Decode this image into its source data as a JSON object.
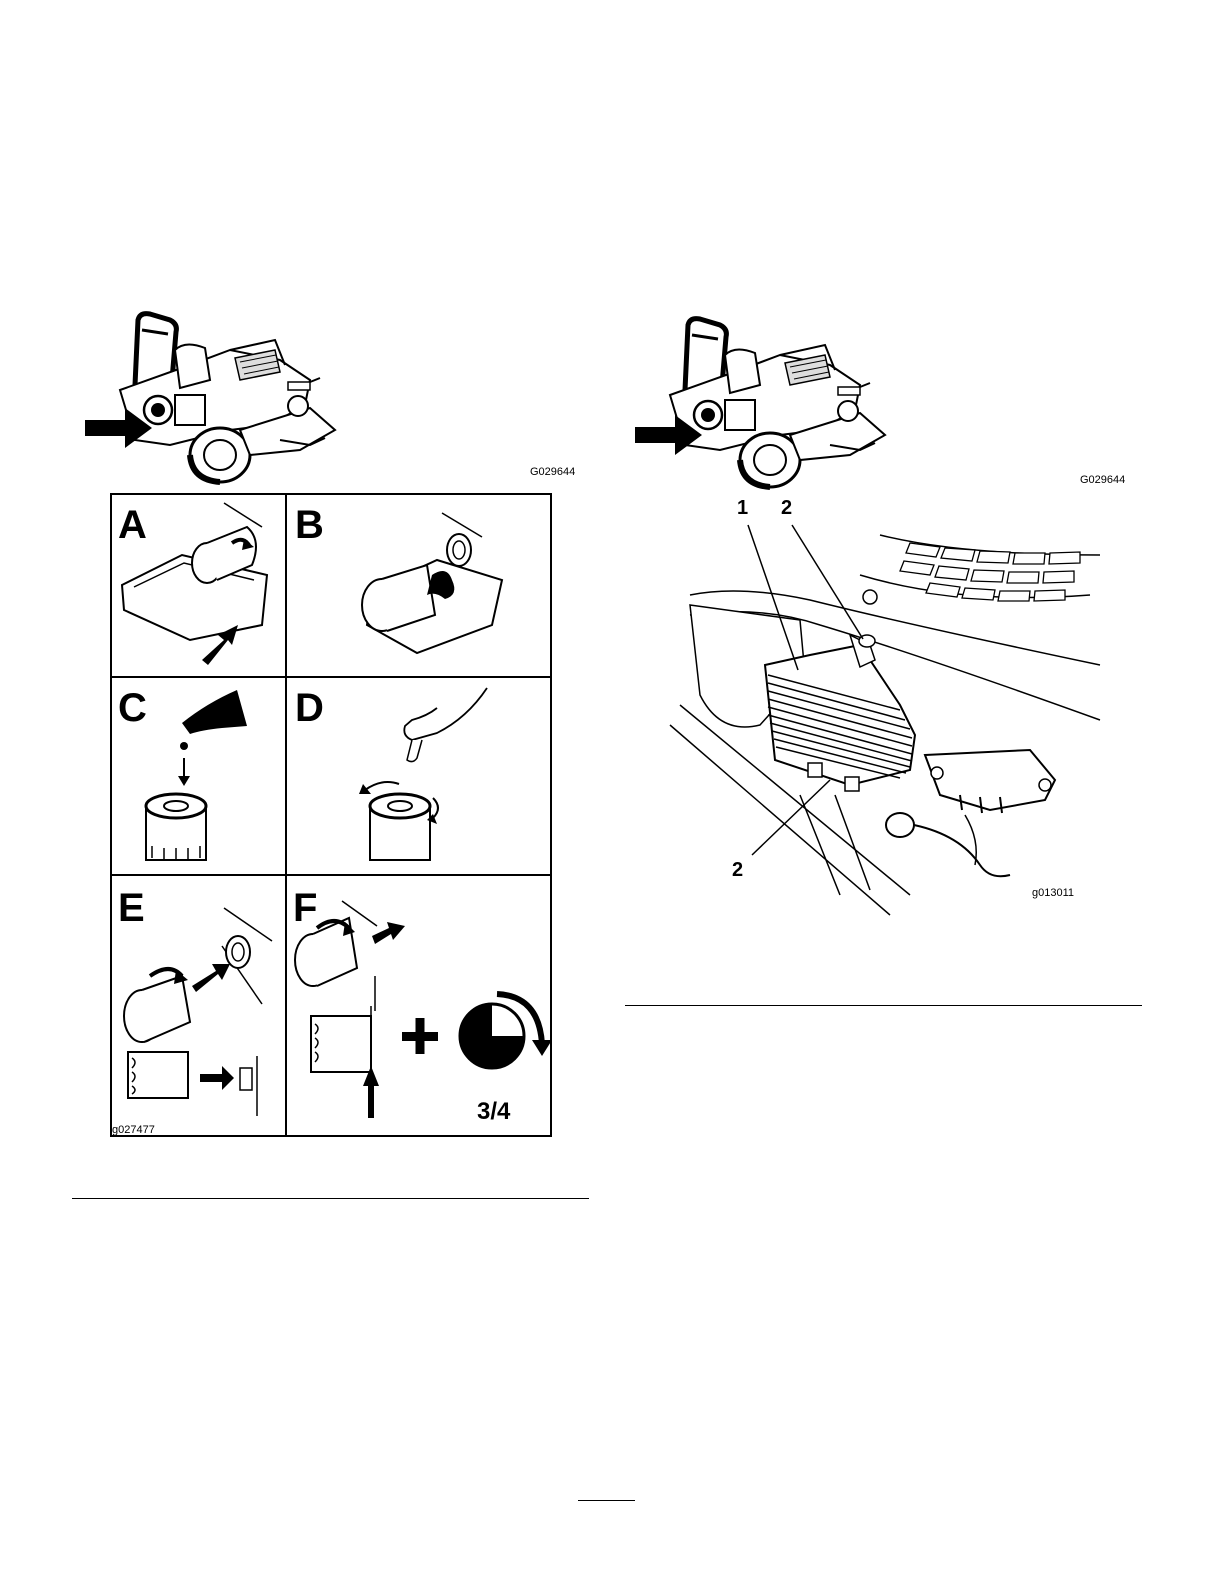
{
  "figures": {
    "left_mower": {
      "code": "G029644"
    },
    "right_mower": {
      "code": "G029644"
    },
    "filter_steps": {
      "code": "g027477",
      "steps": [
        {
          "letter": "A"
        },
        {
          "letter": "B"
        },
        {
          "letter": "C"
        },
        {
          "letter": "D"
        },
        {
          "letter": "E"
        },
        {
          "letter": "F"
        }
      ],
      "turn_label": "3/4"
    },
    "oil_cooler": {
      "code": "g013011",
      "callouts": [
        "1",
        "2",
        "2"
      ]
    }
  }
}
